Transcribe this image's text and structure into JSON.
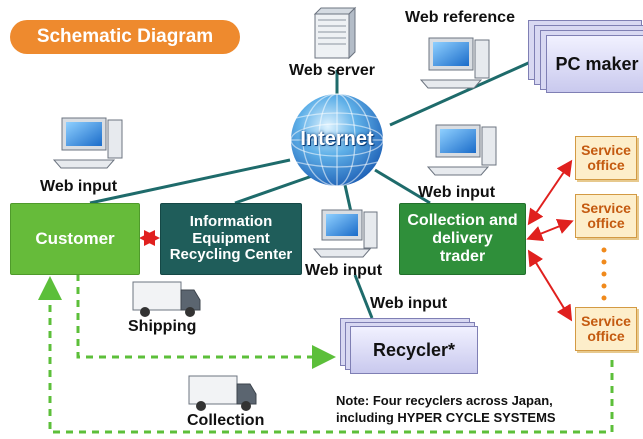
{
  "title": "Schematic Diagram",
  "nodes": {
    "web_server": "Web server",
    "web_reference": "Web reference",
    "pc_maker": "PC maker",
    "internet": "Internet",
    "customer": "Customer",
    "iec": [
      "Information",
      "Equipment",
      "Recycling Center"
    ],
    "cdt": [
      "Collection and",
      "delivery",
      "trader"
    ],
    "recycler": "Recycler*",
    "service_office": [
      "Service",
      "office"
    ]
  },
  "labels": {
    "web_input_left": "Web input",
    "web_input_right": "Web input",
    "web_input_center": "Web input",
    "web_input_recycler": "Web input",
    "shipping": "Shipping",
    "collection": "Collection"
  },
  "note": [
    "Note: Four recyclers across Japan,",
    "including HYPER CYCLE SYSTEMS"
  ],
  "colors": {
    "accent_orange": "#ee8a2e",
    "customer_green": "#66bb3a",
    "iec_teal": "#1f5d5a",
    "cdt_green": "#2f8f3a",
    "link_teal": "#1e6b6b",
    "arrow_red": "#e0201e",
    "dashed_green": "#5cbf3a",
    "service_fill": "#fdeeca"
  },
  "icons": [
    "server-icon",
    "computer-icon",
    "globe-icon",
    "truck-icon"
  ]
}
